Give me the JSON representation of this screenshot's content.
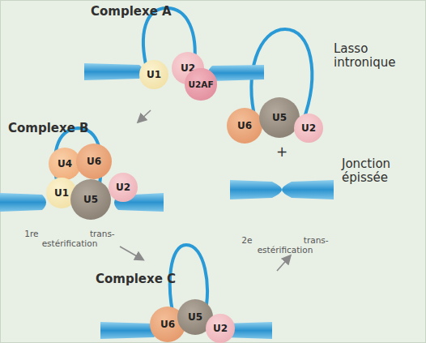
{
  "diagram": {
    "nodes": [
      {
        "text": [
          "U1"
        ]
      },
      {
        "text": [
          "U2"
        ]
      },
      {
        "text": [
          "U2AF"
        ]
      },
      {
        "text": [
          "U4"
        ]
      },
      {
        "text": [
          "U6"
        ]
      },
      {
        "text": [
          "U1"
        ]
      },
      {
        "text": [
          "U5"
        ]
      },
      {
        "text": [
          "U2"
        ]
      },
      {
        "text": [
          "U6"
        ]
      },
      {
        "text": [
          "U5"
        ]
      },
      {
        "text": [
          "U2"
        ]
      },
      {
        "text": [
          "U6"
        ]
      },
      {
        "text": [
          "U5"
        ]
      },
      {
        "text": [
          "U2"
        ]
      }
    ],
    "labels": [
      "Complexe A",
      "Complexe B",
      "Complexe C",
      "Lasso intronique",
      "+",
      "Jonction épissée",
      "1re trans-estérification",
      "2e trans-estérification"
    ]
  }
}
